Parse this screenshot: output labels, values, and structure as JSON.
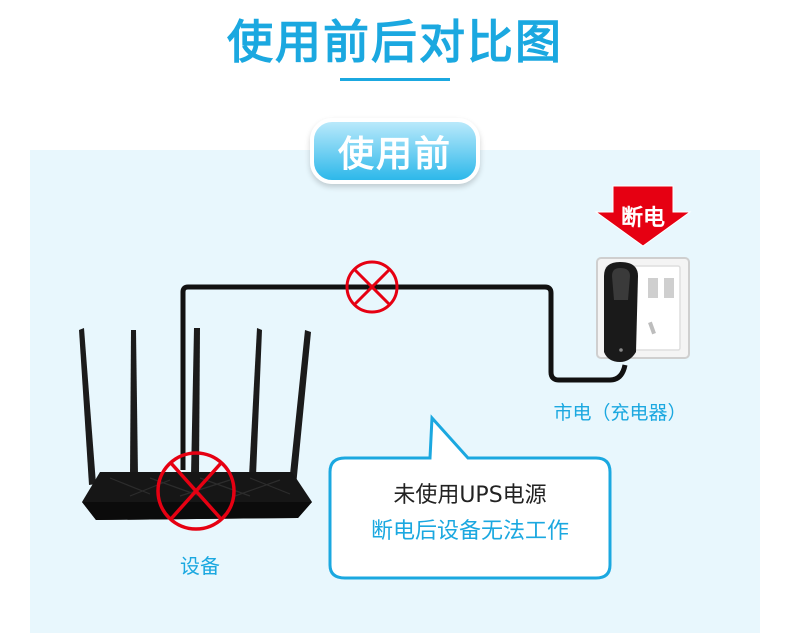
{
  "title": "使用前后对比图",
  "before_tab": "使用前",
  "power_cut_label": "断电",
  "mains_label": "市电（充电器）",
  "device_label": "设备",
  "bubble": {
    "line1": "未使用UPS电源",
    "line2": "断电后设备无法工作"
  },
  "colors": {
    "accent": "#1ba8e0",
    "warning_red": "#e60012",
    "panel_bg": "#e8f7fd"
  }
}
